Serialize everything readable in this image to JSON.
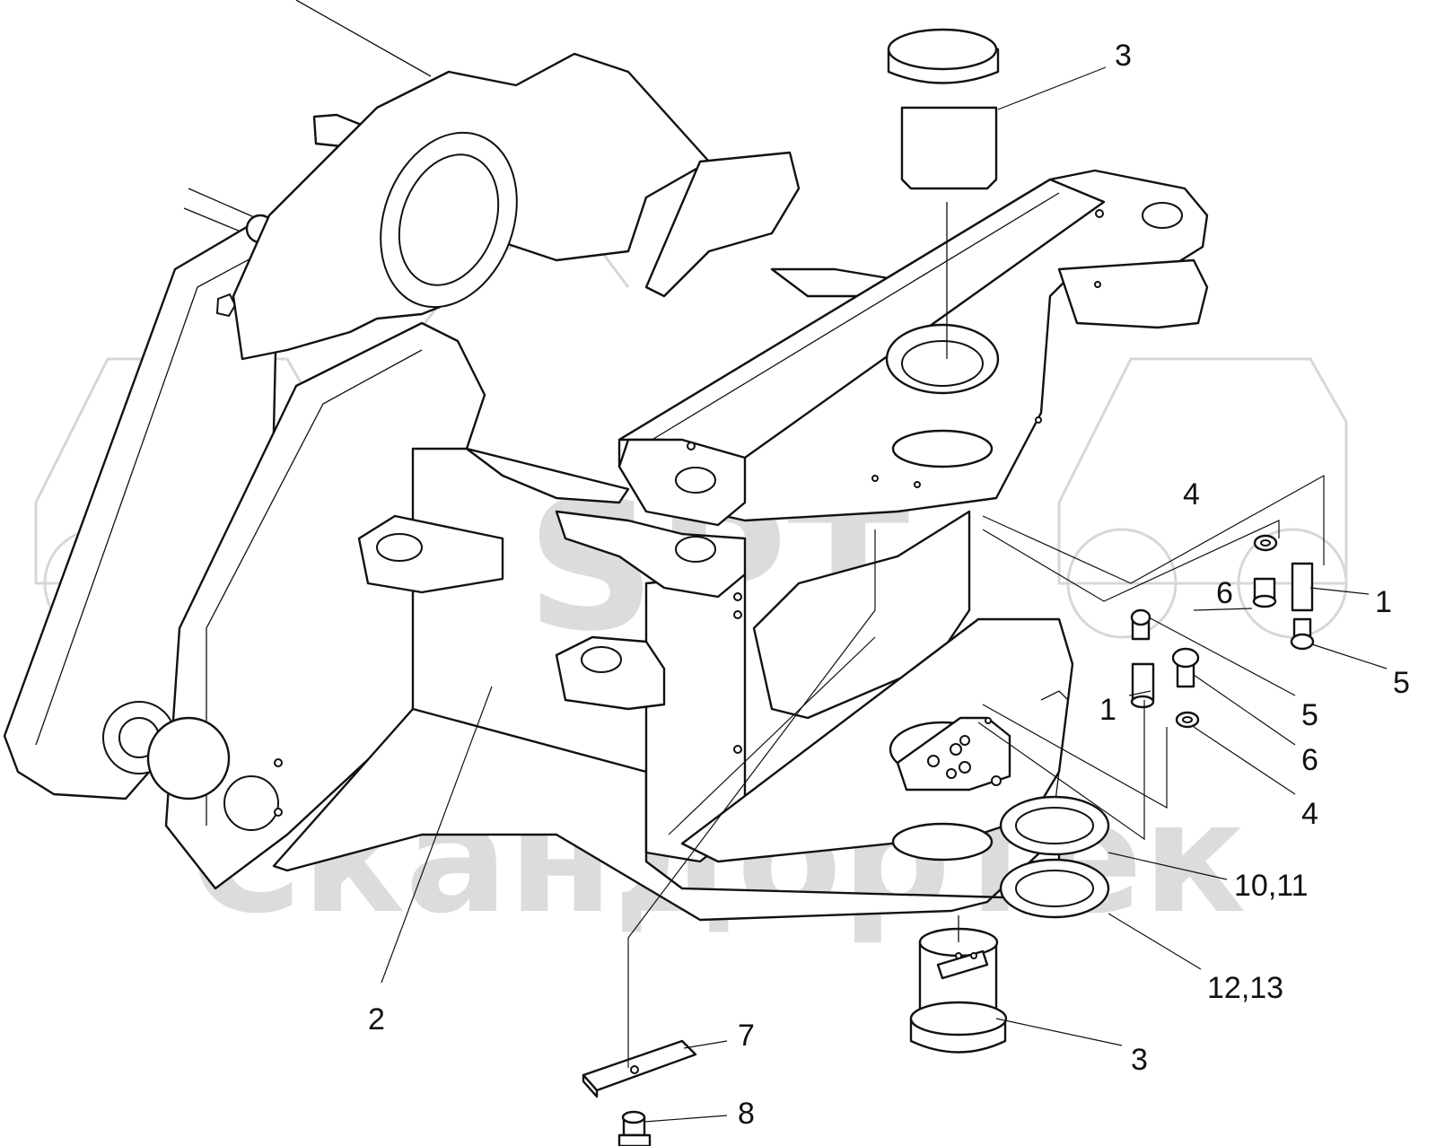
{
  "watermark": {
    "logo_text": "SPT",
    "text": "Скандортек",
    "color": "#dcdcdc"
  },
  "callouts": [
    {
      "id": "c3-top",
      "label": "3"
    },
    {
      "id": "c4-left",
      "label": "4"
    },
    {
      "id": "c6-left",
      "label": "6"
    },
    {
      "id": "c1-right",
      "label": "1"
    },
    {
      "id": "c5-right",
      "label": "5"
    },
    {
      "id": "c1-left",
      "label": "1"
    },
    {
      "id": "c5-mid",
      "label": "5"
    },
    {
      "id": "c6-mid",
      "label": "6"
    },
    {
      "id": "c4-bottom",
      "label": "4"
    },
    {
      "id": "c10-11",
      "label": "10,11"
    },
    {
      "id": "c12-13",
      "label": "12,13"
    },
    {
      "id": "c2",
      "label": "2"
    },
    {
      "id": "c7",
      "label": "7"
    },
    {
      "id": "c3-bottom",
      "label": "3"
    },
    {
      "id": "c8",
      "label": "8"
    }
  ],
  "colors": {
    "line": "#111111",
    "background": "#ffffff"
  }
}
